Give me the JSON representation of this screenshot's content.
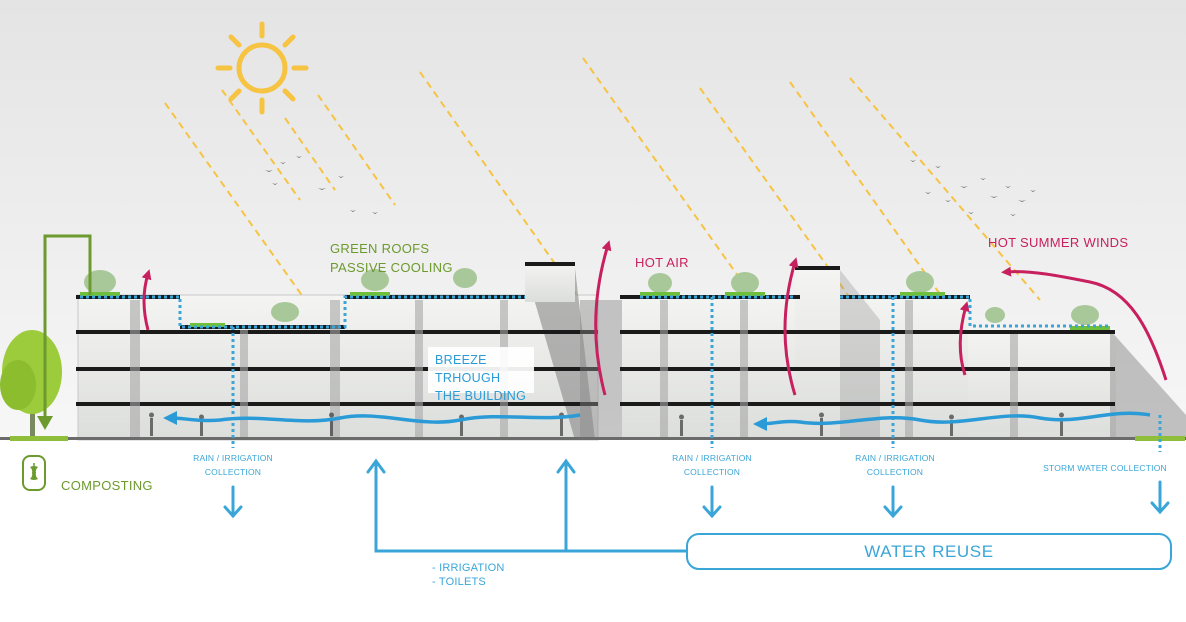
{
  "labels": {
    "green_roofs_line1": "GREEN ROOFS",
    "green_roofs_line2": "PASSIVE COOLING",
    "hot_air": "HOT AIR",
    "hot_summer_winds": "HOT SUMMER WINDS",
    "breeze_line1": "BREEZE TRHOUGH",
    "breeze_line2": "THE BUILDING",
    "composting": "COMPOSTING",
    "rain_collection_1_line1": "RAIN / IRRIGATION",
    "rain_collection_1_line2": "COLLECTION",
    "rain_collection_2_line1": "RAIN / IRRIGATION",
    "rain_collection_2_line2": "COLLECTION",
    "rain_collection_3_line1": "RAIN / IRRIGATION",
    "rain_collection_3_line2": "COLLECTION",
    "storm_water_collection": "STORM WATER COLLECTION",
    "water_reuse": "WATER REUSE",
    "use_irrigation": "- IRRIGATION",
    "use_toilets": "- TOILETS"
  },
  "icons": {
    "sun": "sun-icon",
    "compost": "apple-core-icon",
    "birds": "bird-flock-icon",
    "tree": "tree-icon",
    "trees": "rooftop-tree-icon",
    "people": "person-silhouette-icon"
  },
  "colors": {
    "sun": "#f6c342",
    "sun_rays": "#f6c342",
    "green": "#6c9a2e",
    "hot_air": "#c8205e",
    "water": "#3aa6d8",
    "slab": "#1a1a1a",
    "glass": "#e9ecec",
    "sky": "#eeeeee",
    "ground": "#8fbf3a"
  }
}
